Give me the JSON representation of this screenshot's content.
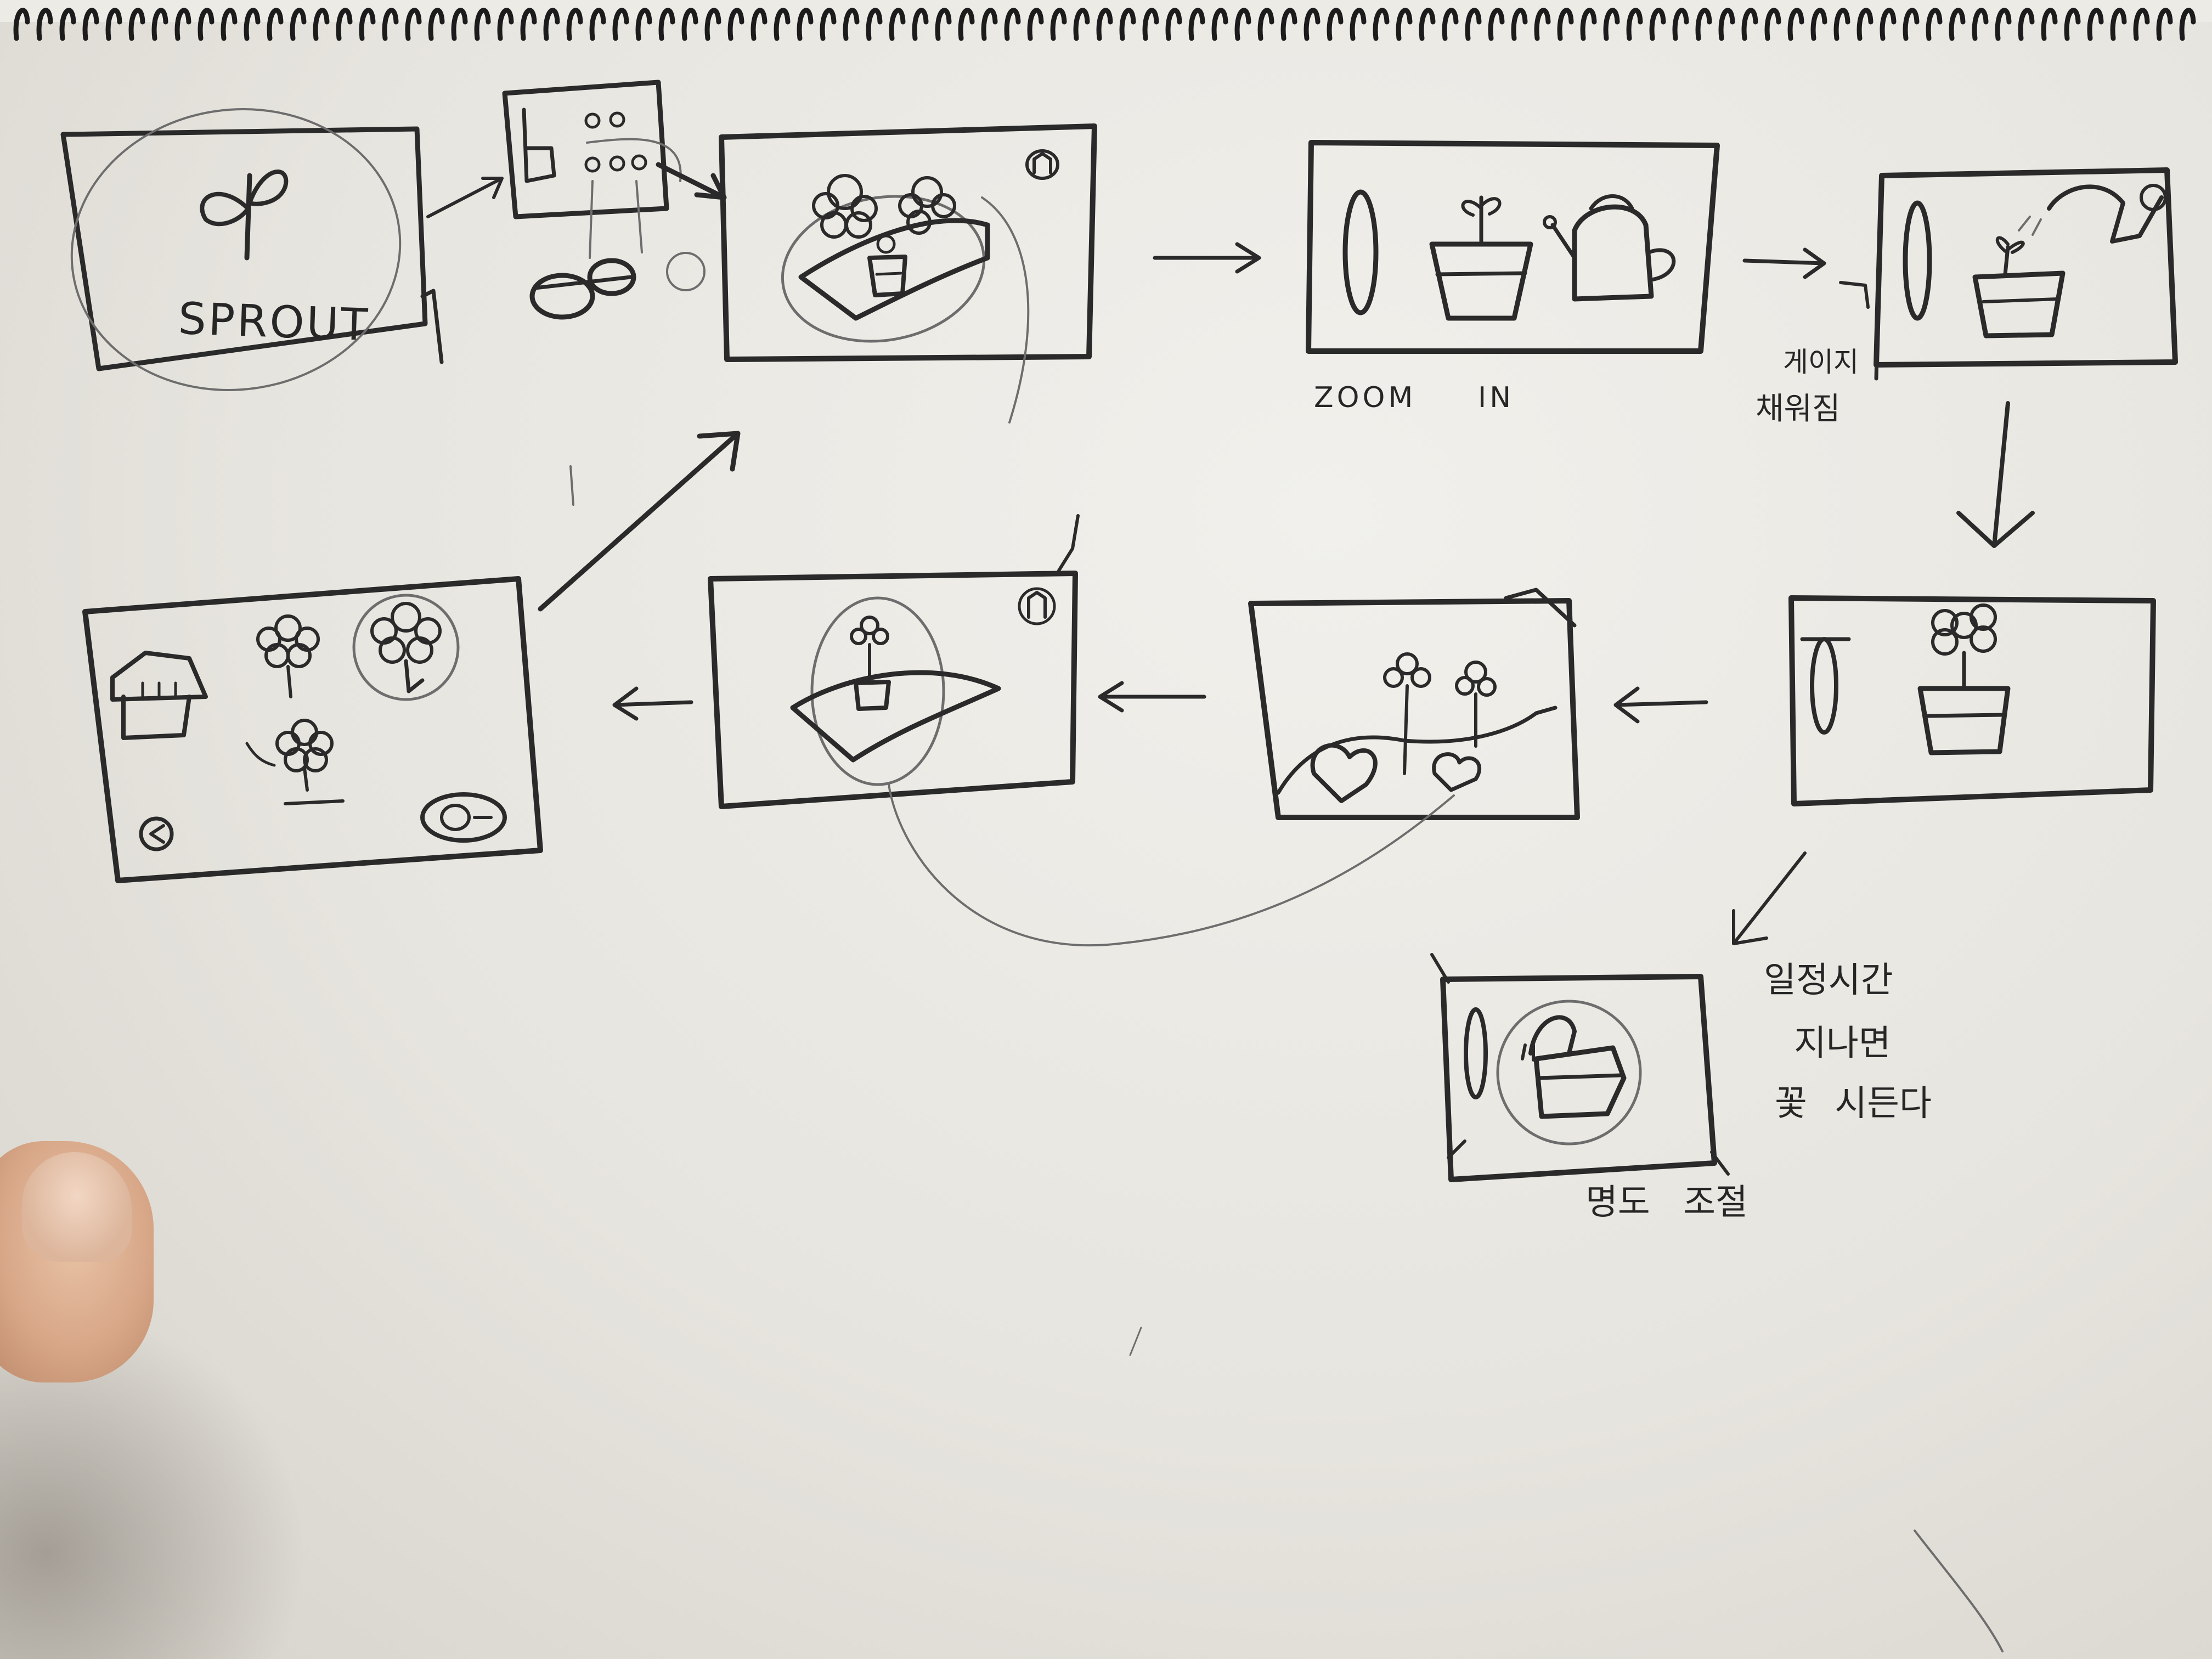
{
  "sketch": {
    "sprout_title": "SPROUT",
    "zoom_in_label": "ZOOM IN",
    "slide_note_line1": "게이지",
    "slide_note_line2": "채워짐",
    "time_note_line1": "일정시간",
    "time_note_line2": "지나면",
    "time_note_line3": "꽃 시든다",
    "brightness_note": "명도 조절"
  },
  "colors": {
    "pencil": "#2a2a2a",
    "light_pencil": "#6d6d6d",
    "paper": "#ecebe6"
  }
}
